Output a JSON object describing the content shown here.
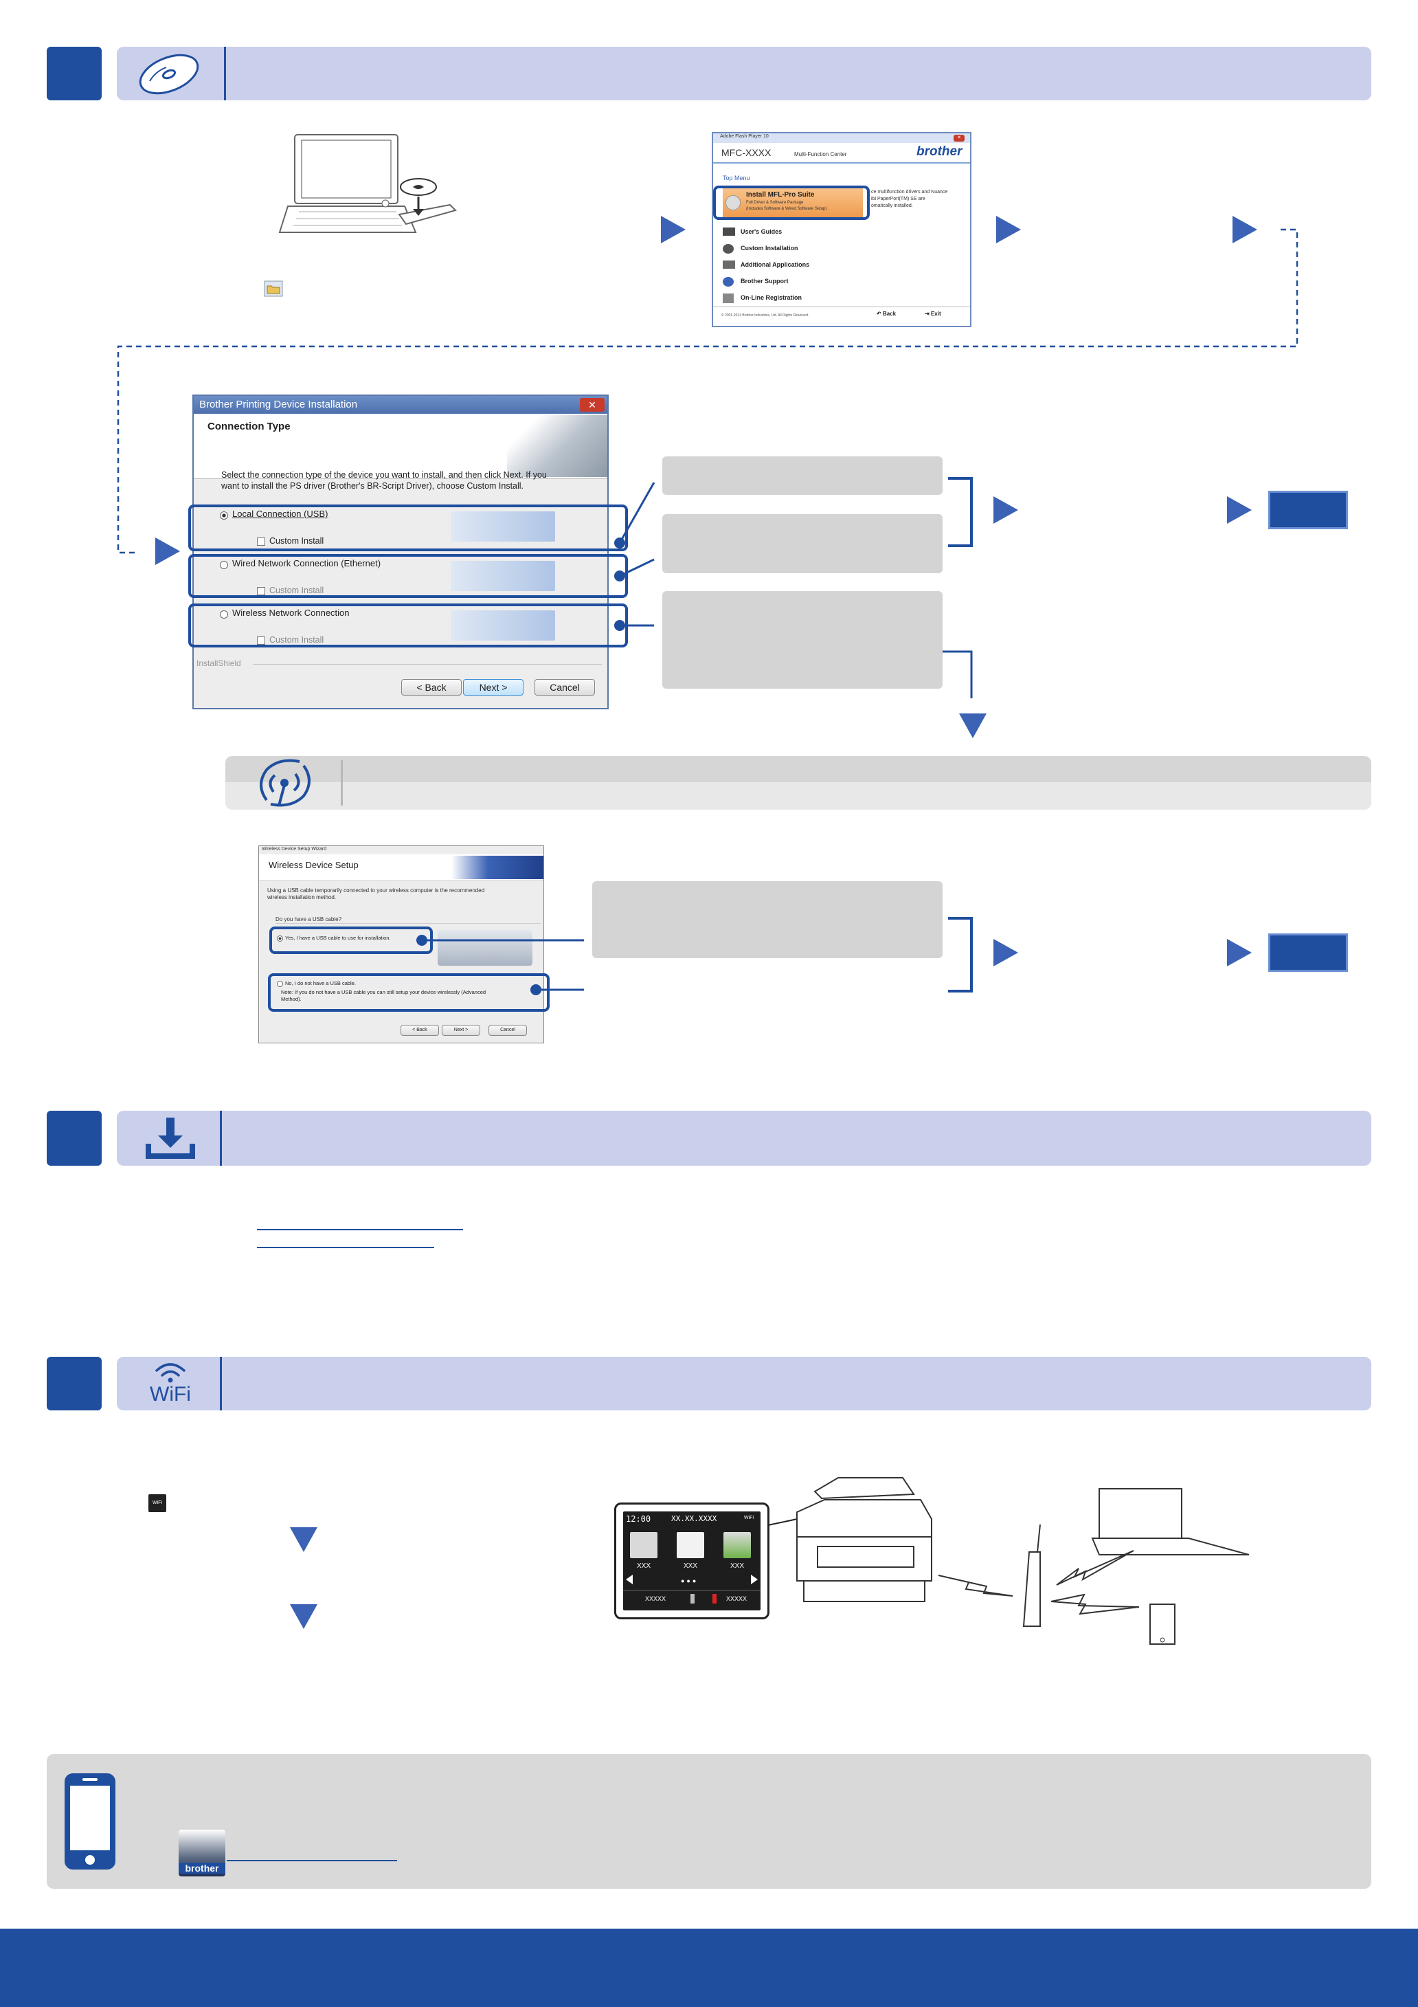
{
  "colors": {
    "brand_blue": "#1f4e9e",
    "accent_blue": "#3b62b5",
    "section_bar": "#cacfeb",
    "gray_panel": "#d4d4d4",
    "footer": "#1f4e9e"
  },
  "icons": {
    "section1": "cd-disc-icon",
    "section2": "download-icon",
    "section3": "wifi-icon",
    "wireless": "wireless-signal-icon",
    "mobile": "smartphone-icon",
    "folder": "folder-icon"
  },
  "section3": {
    "wifi_label": "WiFi"
  },
  "brother_menu": {
    "titlebar": "Adobe Flash Player 10",
    "model": "MFC-XXXX",
    "subtitle": "Multi-Function Center",
    "brand": "brother",
    "top_menu": "Top Menu",
    "install_title": "Install MFL-Pro Suite",
    "install_sub1": "Full Driver & Software Package",
    "install_sub2": "(Includes Software & Wired Software Setup)",
    "desc_line1": "ce multifunction drivers and Nuance",
    "desc_line2": "ibi PaperPort(TM) SE are",
    "desc_line3": "omatically installed.",
    "items": [
      "User's Guides",
      "Custom Installation",
      "Additional Applications",
      "Brother Support",
      "On-Line Registration"
    ],
    "copyright": "© 2001-2014 Brother Industries, Ltd. All Rights Reserved.",
    "back": "Back",
    "exit": "Exit"
  },
  "connection_dialog": {
    "title": "Brother Printing Device Installation",
    "close": "✕",
    "heading": "Connection Type",
    "instructions_line1": "Select the connection type of the device you want to install, and then click Next. If you",
    "instructions_line2": "want to install the PS driver (Brother's BR-Script Driver), choose Custom Install.",
    "options": [
      {
        "label": "Local Connection (USB)",
        "custom": "Custom Install"
      },
      {
        "label": "Wired Network Connection (Ethernet)",
        "custom": "Custom Install"
      },
      {
        "label": "Wireless Network Connection",
        "custom": "Custom Install"
      }
    ],
    "installshield": "InstallShield",
    "back": "< Back",
    "next": "Next >",
    "cancel": "Cancel"
  },
  "wireless_dialog": {
    "titlebar": "Wireless Device Setup Wizard",
    "heading": "Wireless Device Setup",
    "intro_line1": "Using a USB cable temporarily connected to your wireless computer is the recommended",
    "intro_line2": "wireless installation method.",
    "question": "Do you have a USB cable?",
    "yes": "Yes, I have a USB cable to use for installation.",
    "no": "No, I do not have a USB cable.",
    "note_line1": "Note: If you do not have a USB cable you can still setup your device wirelessly (Advanced",
    "note_line2": "Method).",
    "back": "< Back",
    "next": "Next >",
    "cancel": "Cancel"
  },
  "lcd": {
    "time": "12:00",
    "date": "XX.XX.XXXX",
    "wifi": "WiFi",
    "labels": [
      "XXX",
      "XXX",
      "XXX"
    ],
    "bottom_left": "XXXXX",
    "bottom_right": "XXXXX"
  },
  "app_icon": {
    "label": "brother"
  }
}
